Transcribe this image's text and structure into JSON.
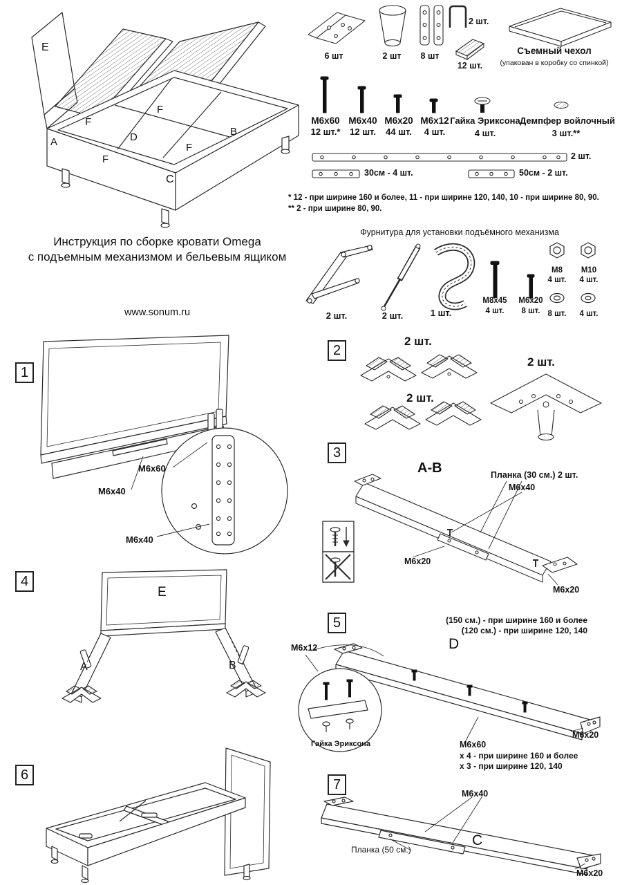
{
  "header": {
    "title_line1": "Инструкция по сборке кровати Omega",
    "title_line2": "с подъемным механизмом и бельевым ящиком",
    "website": "www.sonum.ru"
  },
  "overview_labels": {
    "e": "E",
    "f1": "F",
    "f2": "F",
    "f3": "F",
    "f4": "F",
    "a": "A",
    "b": "B",
    "c": "C",
    "d": "D"
  },
  "hardware": {
    "bracket_qty": "6 шт",
    "leg_qty": "2 шт",
    "plates_qty": "8 шт",
    "handle_qty": "2 шт.",
    "wedge_qty": "12 шт.",
    "cover_title": "Съемный чехол",
    "cover_note": "(упакован в коробку со спинкой)",
    "bolt1_name": "М6х60",
    "bolt1_qty": "12 шт.*",
    "bolt2_name": "М6х40",
    "bolt2_qty": "12 шт.",
    "bolt3_name": "М6х20",
    "bolt3_qty": "44 шт.",
    "bolt4_name": "М6х12",
    "bolt4_qty": "4 шт.",
    "nut_name": "Гайка Эриксона",
    "nut_qty": "4 шт.",
    "damper_name": "Демпфер войлочный",
    "damper_qty": "3 шт.**",
    "strip_long_qty": "2 шт.",
    "strip30": "30см - 4 шт.",
    "strip50": "50см - 2 шт.",
    "footnote1": "* 12 - при ширине 160 и более, 11 - при ширине 120, 140, 10 - при ширине 80, 90.",
    "footnote2": "** 2 - при ширине 80, 90."
  },
  "lift": {
    "title": "Фурнитура для установки подъёмного механизма",
    "mech_qty": "2 шт.",
    "strut_qty": "2 шт.",
    "strap_qty": "1 шт.",
    "bolt1_name": "М8х45",
    "bolt1_qty": "4 шт.",
    "bolt2_name": "М6х20",
    "bolt2_qty": "8 шт.",
    "nut1_name": "М8",
    "nut1_qty": "4 шт.",
    "nut2_name": "М10",
    "nut2_qty": "4 шт.",
    "washer1_qty": "8 шт.",
    "washer2_qty": "4 шт."
  },
  "steps": {
    "n1": "1",
    "n2": "2",
    "n3": "3",
    "n4": "4",
    "n5": "5",
    "n6": "6",
    "n7": "7"
  },
  "step1": {
    "label1": "М6х60",
    "label2": "М6х40",
    "label3": "М6х40"
  },
  "step2": {
    "qty1": "2 шт.",
    "qty2": "2 шт.",
    "qty3": "2 шт."
  },
  "step3": {
    "title": "A-B",
    "plank": "Планка (30 см.)  2 шт.",
    "m6x40": "М6х40",
    "m6x20a": "М6х20",
    "m6x20b": "М6х20"
  },
  "step4": {
    "e": "E",
    "a": "A",
    "b": "B"
  },
  "step5": {
    "note1": "(150 см.) - при ширине 160 и более",
    "note2": "(120 см.) - при ширине 120, 140",
    "d": "D",
    "m6x12": "М6х12",
    "nut": "Гайка Эриксона",
    "m6x20": "М6х20",
    "m6x60": "М6х60",
    "m6x60_note1": "х 4 - при ширине 160 и более",
    "m6x60_note2": "х 3 - при ширине 120, 140"
  },
  "step7": {
    "m6x40": "М6х40",
    "plank": "Планка (50 см.)",
    "c": "C",
    "m6x20": "М6х20"
  }
}
